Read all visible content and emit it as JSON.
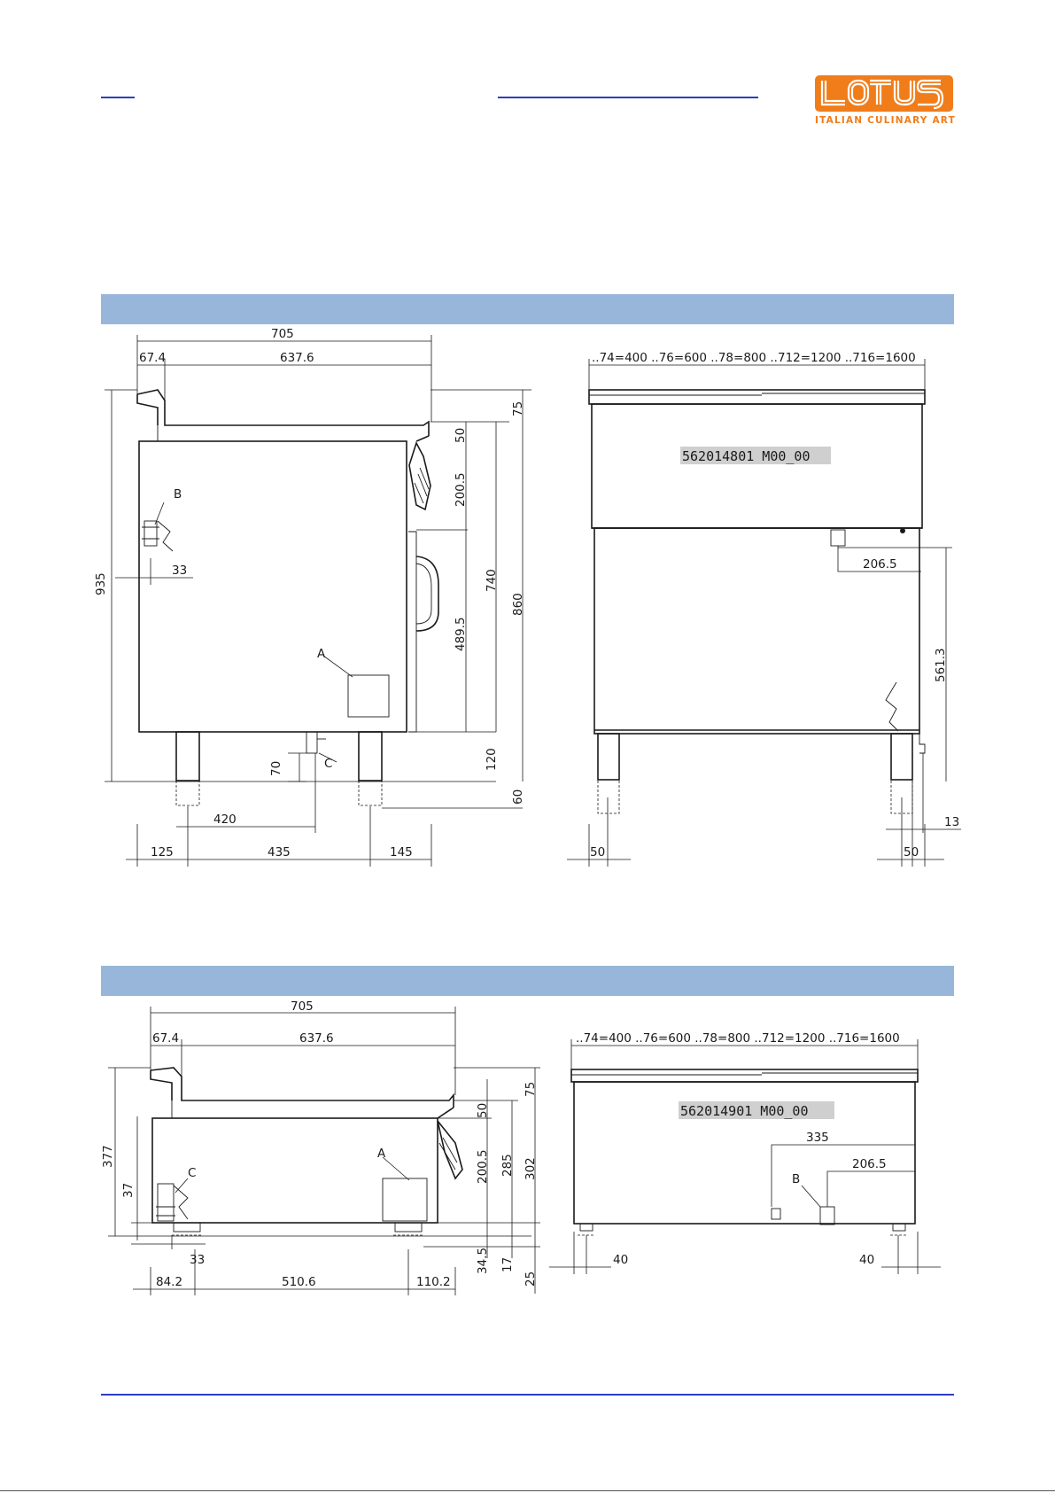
{
  "logo": {
    "text": "LOTUS",
    "tagline": "ITALIAN CULINARY ART"
  },
  "drawing1_side": {
    "dim_705": "705",
    "dim_67_4": "67.4",
    "dim_637_6": "637.6",
    "dim_75": "75",
    "dim_50": "50",
    "dim_200_5": "200.5",
    "dim_489_5": "489.5",
    "dim_740": "740",
    "dim_860": "860",
    "dim_935": "935",
    "dim_120": "120",
    "dim_60": "60",
    "dim_70": "70",
    "dim_33": "33",
    "dim_420": "420",
    "dim_125": "125",
    "dim_435": "435",
    "dim_145": "145",
    "label_a": "A",
    "label_b": "B",
    "label_c": "C"
  },
  "drawing1_front": {
    "widths": "..74=400 ..76=600 ..78=800 ..712=1200 ..716=1600",
    "code": "562014801 M00_00",
    "dim_206_5": "206.5",
    "dim_561_3": "561.3",
    "dim_13": "13",
    "dim_50_left": "50",
    "dim_50_right": "50"
  },
  "drawing2_side": {
    "dim_705": "705",
    "dim_67_4": "67.4",
    "dim_637_6": "637.6",
    "dim_75": "75",
    "dim_50": "50",
    "dim_200_5": "200.5",
    "dim_285": "285",
    "dim_302": "302",
    "dim_377": "377",
    "dim_37": "37",
    "dim_33": "33",
    "dim_34_5": "34.5",
    "dim_17": "17",
    "dim_25": "25",
    "dim_84_2": "84.2",
    "dim_510_6": "510.6",
    "dim_110_2": "110.2",
    "label_a": "A",
    "label_c": "C"
  },
  "drawing2_front": {
    "widths": "..74=400 ..76=600 ..78=800 ..712=1200 ..716=1600",
    "code": "562014901 M00_00",
    "dim_335": "335",
    "dim_206_5": "206.5",
    "label_b": "B",
    "dim_40_left": "40",
    "dim_40_right": "40"
  }
}
